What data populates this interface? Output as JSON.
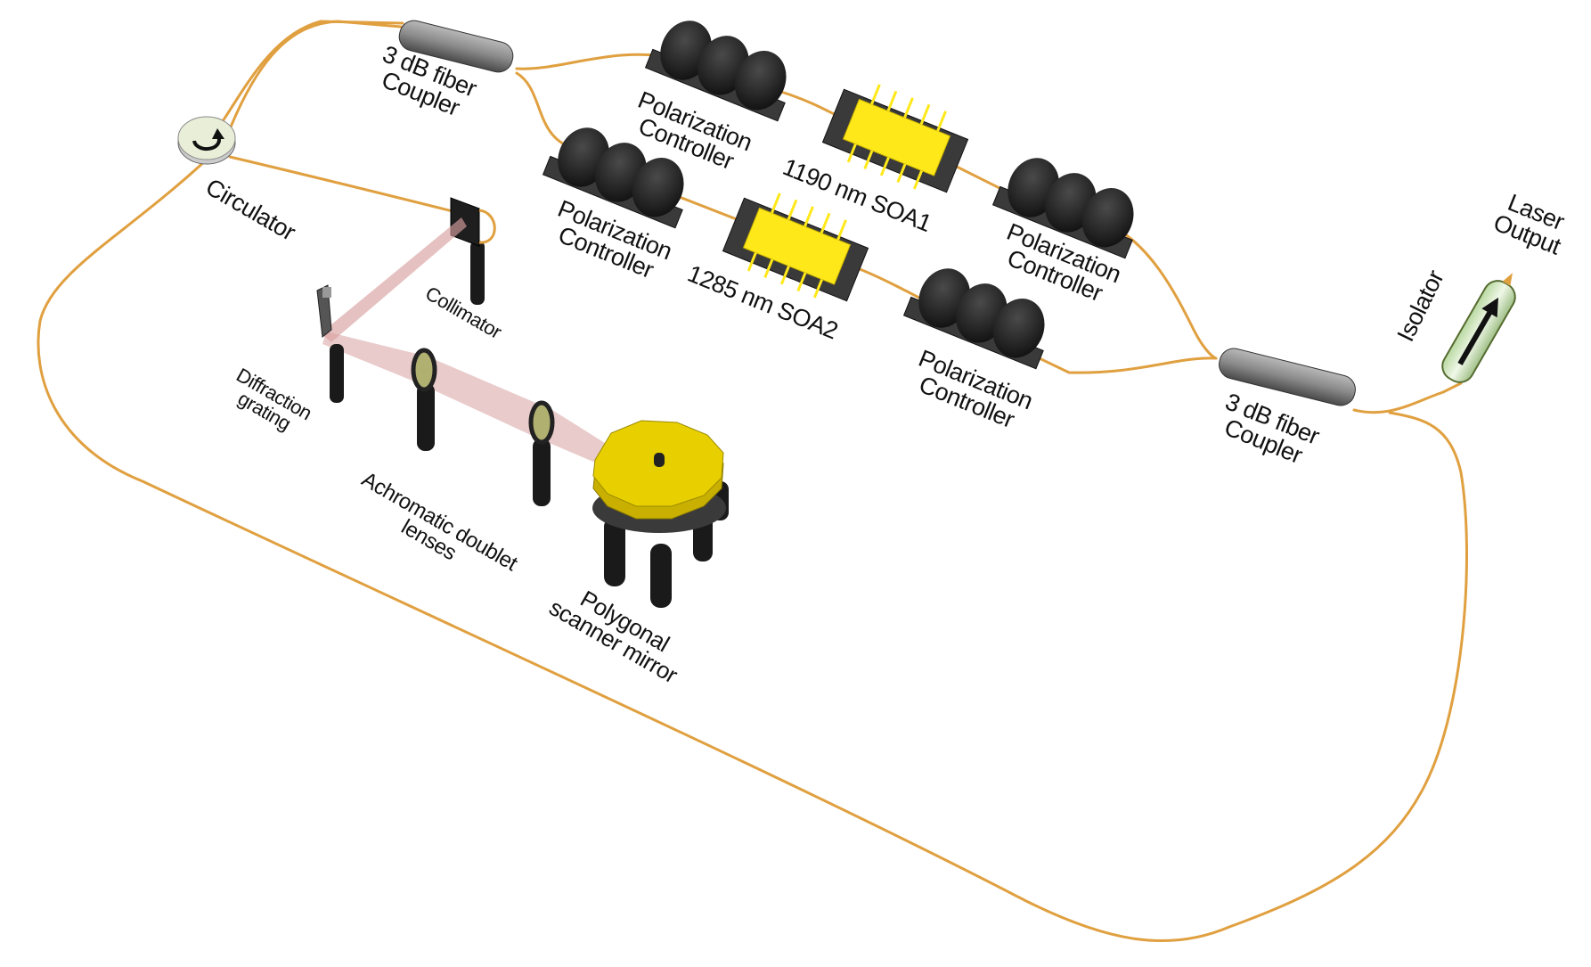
{
  "colors": {
    "fiber": "#e0a040",
    "soa_yellow": "#ffe81a",
    "dark_body": "#2a2a2a",
    "coupler_gray": "#8c8c8c",
    "beam": "#d8a0a0",
    "mirror_yellow": "#e8d000"
  },
  "icons": {
    "circulator": "circular-arrow-icon",
    "isolator": "arrow-icon"
  },
  "labels": {
    "coupler_top": [
      "3 dB fiber",
      "Coupler"
    ],
    "coupler_right": [
      "3 dB fiber",
      "Coupler"
    ],
    "pc_top_left": [
      "Polarization",
      "Controller"
    ],
    "pc_mid_left": [
      "Polarization",
      "Controller"
    ],
    "pc_top_right": [
      "Polarization",
      "Controller"
    ],
    "pc_bottom_right": [
      "Polarization",
      "Controller"
    ],
    "soa1": "1190 nm SOA1",
    "soa2": "1285 nm SOA2",
    "circulator": "Circulator",
    "collimator": "Collimator",
    "diffraction": [
      "Diffraction",
      "grating"
    ],
    "lenses": [
      "Achromatic doublet",
      "lenses"
    ],
    "polygon": [
      "Polygonal",
      "scanner mirror"
    ],
    "isolator": "Isolator",
    "laser_output": [
      "Laser",
      "Output"
    ]
  }
}
